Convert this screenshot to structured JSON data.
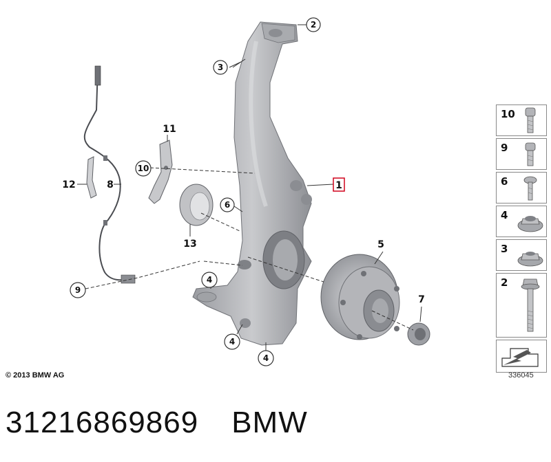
{
  "copyright": "© 2013 BMW AG",
  "diagram_number": "336045",
  "part_number": "31216869869",
  "brand": "BMW",
  "callouts": {
    "c1": "1",
    "c2": "2",
    "c3": "3",
    "c4a": "4",
    "c4b": "4",
    "c4c": "4",
    "c5": "5",
    "c6": "6",
    "c7": "7",
    "c8": "8",
    "c9": "9",
    "c10": "10",
    "c11": "11",
    "c12": "12",
    "c13": "13"
  },
  "legend": [
    {
      "num": "10",
      "icon": "cap-screw-long-icon"
    },
    {
      "num": "9",
      "icon": "cap-screw-icon"
    },
    {
      "num": "6",
      "icon": "torx-screw-icon"
    },
    {
      "num": "4",
      "icon": "flange-nut-collar-icon"
    },
    {
      "num": "3",
      "icon": "flange-nut-icon"
    },
    {
      "num": "2",
      "icon": "hex-bolt-icon"
    }
  ],
  "colors": {
    "part_gray": "#b7b8bc",
    "part_dark": "#8e9095",
    "part_light": "#d6d7da",
    "highlight_box": "#d0021b"
  }
}
